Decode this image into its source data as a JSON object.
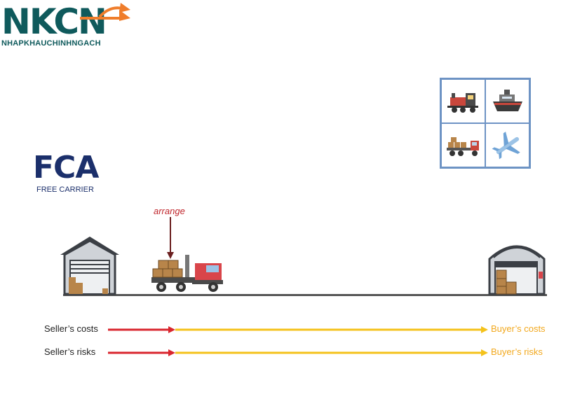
{
  "logo": {
    "letters": "NKCN",
    "tagline": "NHAPKHAUCHINHNGACH"
  },
  "title": "FCA",
  "subtitle": "FREE CARRIER",
  "arrange_label": "arrange",
  "flows": [
    {
      "seller_label": "Seller’s costs",
      "buyer_label": "Buyer’s costs"
    },
    {
      "seller_label": "Seller’s risks",
      "buyer_label": "Buyer’s risks"
    }
  ],
  "transport_modes": [
    "train-icon",
    "ship-icon",
    "truck-icon",
    "airplane-icon"
  ],
  "colors": {
    "brand_teal": "#0f5a5c",
    "brand_orange": "#ef7d2b",
    "title_navy": "#1b2f6b",
    "seller_red": "#d9262e",
    "buyer_yellow": "#f4c21b",
    "buyer_text": "#f2a81d",
    "grid_border": "#6d93c4"
  }
}
